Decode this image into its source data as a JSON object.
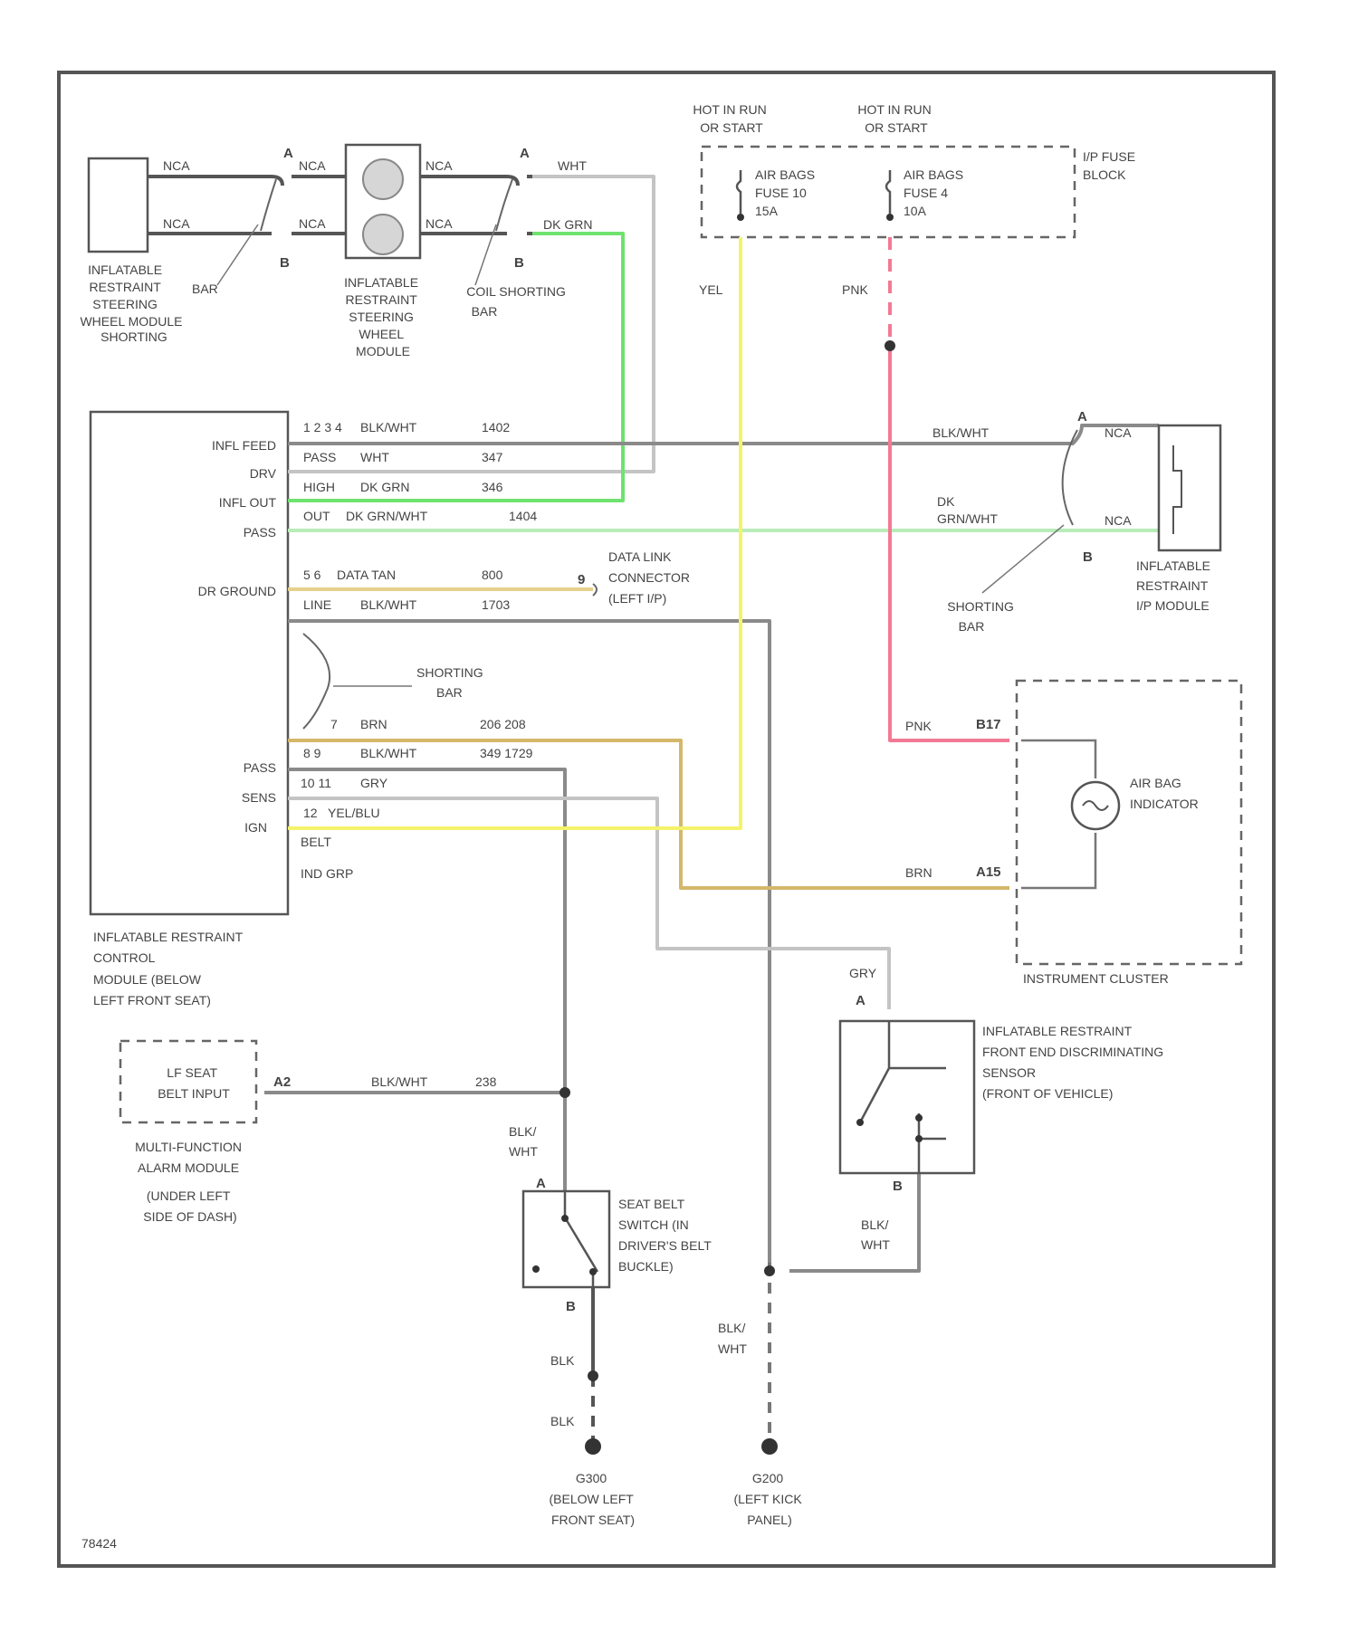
{
  "colors": {
    "wire_gray": "#8a8a8a",
    "wire_green": "#6fe26f",
    "wire_light_green": "#b9ecb9",
    "wire_yellow": "#f5f36a",
    "wire_pink": "#f27a94",
    "wire_tan": "#d4b76a"
  },
  "fuse_block": {
    "hot1": [
      "HOT IN RUN",
      "OR START"
    ],
    "hot2": [
      "HOT IN RUN",
      "OR START"
    ],
    "fuse1": [
      "AIR BAGS",
      "FUSE 10",
      "15A"
    ],
    "fuse2": [
      "AIR BAGS",
      "FUSE 4",
      "10A"
    ],
    "name": [
      "I/P FUSE",
      "BLOCK"
    ],
    "wire1": "YEL",
    "wire2": "PNK"
  },
  "steering": {
    "shorting_bar_left": [
      "INFLATABLE",
      "RESTRAINT",
      "STEERING",
      "WHEEL MODULE",
      "SHORTING"
    ],
    "bar_word": "BAR",
    "module": [
      "INFLATABLE",
      "RESTRAINT",
      "STEERING",
      "WHEEL",
      "MODULE"
    ],
    "coil_shorting_bar": [
      "COIL SHORTING",
      "BAR"
    ],
    "nca": "NCA",
    "pin_a": "A",
    "pin_b": "B",
    "wht": "WHT",
    "dk_grn": "DK GRN"
  },
  "control_module": {
    "pins": [
      "INFL FEED",
      "DRV",
      "INFL OUT",
      "PASS",
      "DR GROUND",
      "PASS",
      "SENS",
      "IGN"
    ],
    "wires": [
      {
        "pin": "1 2 3 4",
        "color": "BLK/WHT",
        "circuit": "1402"
      },
      {
        "pin": "PASS",
        "color": "WHT",
        "circuit": "347"
      },
      {
        "pin": "HIGH",
        "color": "DK GRN",
        "circuit": "346"
      },
      {
        "pin": "OUT",
        "color": "DK GRN/WHT",
        "circuit": "1404"
      },
      {
        "pin": "5 6",
        "color": "DATA TAN",
        "circuit": "800"
      },
      {
        "pin": "LINE",
        "color": "BLK/WHT",
        "circuit": "1703"
      },
      {
        "pin": "7",
        "color": "BRN",
        "circuit": "206 208"
      },
      {
        "pin": "8 9",
        "color": "BLK/WHT",
        "circuit": "349 1729"
      },
      {
        "pin": "10 11",
        "color": "GRY",
        "circuit": ""
      },
      {
        "pin": "12",
        "color": "YEL/BLU",
        "circuit": ""
      }
    ],
    "belt": "BELT",
    "dr_grp": "IND GRP",
    "shorting_bar": [
      "SHORTING",
      "BAR"
    ],
    "name": [
      "INFLATABLE RESTRAINT",
      "CONTROL",
      "MODULE (BELOW",
      "LEFT FRONT SEAT)"
    ]
  },
  "dlc": {
    "pin": "9",
    "name": [
      "DATA LINK",
      "CONNECTOR",
      "(LEFT I/P)"
    ]
  },
  "passenger": {
    "blk_wht": "BLK/WHT",
    "dk_grn_wht": [
      "DK",
      "GRN/WHT"
    ],
    "nca": "NCA",
    "pin_a": "A",
    "pin_b": "B",
    "shorting_bar": [
      "SHORTING",
      "BAR"
    ],
    "module": [
      "INFLATABLE",
      "RESTRAINT",
      "I/P MODULE"
    ]
  },
  "cluster": {
    "pnk": "PNK",
    "b17": "B17",
    "brn": "BRN",
    "a15": "A15",
    "indicator": [
      "AIR BAG",
      "INDICATOR"
    ],
    "name": "INSTRUMENT CLUSTER"
  },
  "sensor": {
    "gry": "GRY",
    "pin_a": "A",
    "pin_b": "B",
    "wire": [
      "BLK/",
      "WHT"
    ],
    "name": [
      "INFLATABLE RESTRAINT",
      "FRONT END DISCRIMINATING",
      "SENSOR",
      "(FRONT OF VEHICLE)"
    ]
  },
  "alarm": {
    "input": [
      "LF SEAT",
      "BELT INPUT"
    ],
    "pin": "A2",
    "wire_color": "BLK/WHT",
    "circuit": "238",
    "name": [
      "MULTI-FUNCTION",
      "ALARM MODULE",
      "(UNDER LEFT",
      "SIDE OF DASH)"
    ]
  },
  "seatbelt": {
    "wire_top": [
      "BLK/",
      "WHT"
    ],
    "pin_a": "A",
    "pin_b": "B",
    "name": [
      "SEAT BELT",
      "SWITCH (IN",
      "DRIVER'S BELT",
      "BUCKLE)"
    ],
    "blk1": "BLK",
    "blk2": "BLK"
  },
  "grounds": {
    "g1": [
      "G300",
      "(BELOW LEFT",
      "FRONT SEAT)"
    ],
    "g2_wire": [
      "BLK/",
      "WHT"
    ],
    "g2": [
      "G200",
      "(LEFT KICK",
      "PANEL)"
    ]
  },
  "ref": "78424"
}
